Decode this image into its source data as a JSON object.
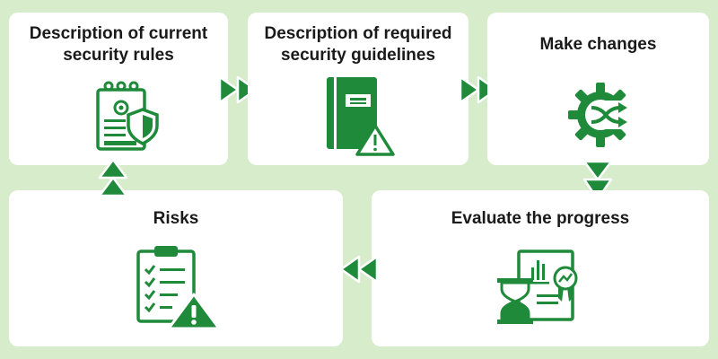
{
  "steps": [
    {
      "title_line1": "Description of current",
      "title_line2": "security rules",
      "icon": "security-document-shield-icon"
    },
    {
      "title_line1": "Description of required",
      "title_line2": "security guidelines",
      "icon": "guideline-book-warning-icon"
    },
    {
      "title": "Make changes",
      "icon": "gear-shuffle-icon"
    },
    {
      "title": "Evaluate the progress",
      "icon": "hourglass-certificate-icon"
    },
    {
      "title": "Risks",
      "icon": "clipboard-checklist-warning-icon"
    }
  ],
  "colors": {
    "background": "#d7ecca",
    "card": "#ffffff",
    "accent": "#1e8a3a",
    "text": "#1a1a1a"
  }
}
